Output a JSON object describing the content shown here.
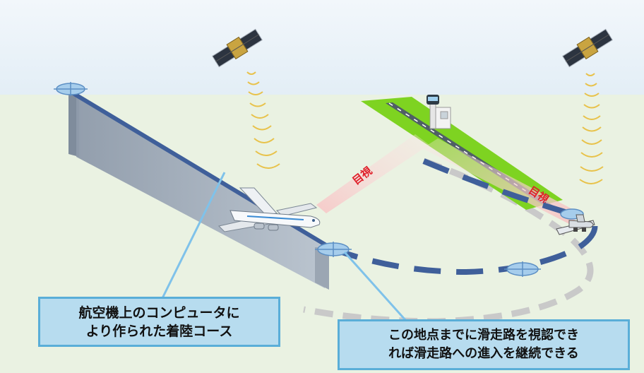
{
  "labels": {
    "visual_left": "目視",
    "visual_right": "目視"
  },
  "callouts": {
    "left_line1": "航空機上のコンピュータに",
    "left_line2": "より作られた着陸コース",
    "right_line1": "この地点までに滑走路を視認でき",
    "right_line2": "れば滑走路への進入を継続できる"
  },
  "colors": {
    "sky": "#e8f1f8",
    "ground": "#eaf2e2",
    "runway_field": "#7ed321",
    "wall": "#9aa6b4",
    "course_line": "#3f5f9a",
    "callout_fill": "#b7dcef",
    "callout_border": "#5aaed8",
    "label_red": "#e0202a"
  }
}
